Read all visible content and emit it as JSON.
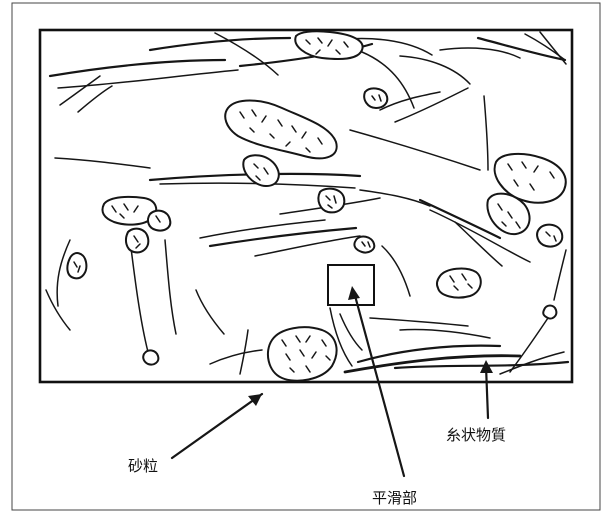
{
  "labels": {
    "sand_grain": "砂粒",
    "smooth_part": "平滑部",
    "fibrous_material": "糸状物質"
  },
  "colors": {
    "ink": "#161616",
    "background": "#ffffff"
  }
}
